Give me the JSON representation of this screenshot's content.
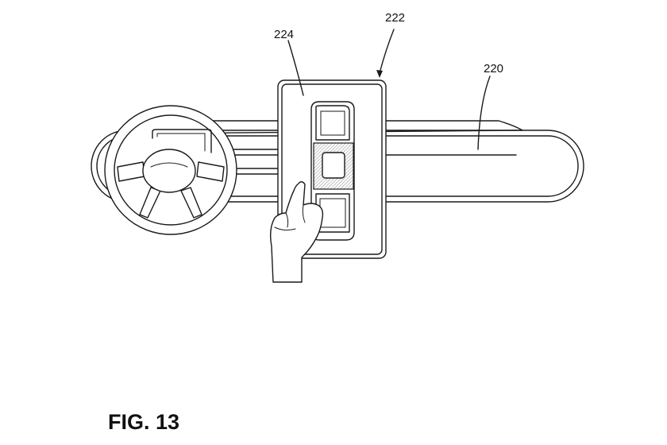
{
  "figure": {
    "caption": "FIG. 13",
    "reference_labels": {
      "dashboard": "220",
      "display_unit": "222",
      "screen": "224"
    }
  },
  "colors": {
    "line": "#1a1a1a",
    "background": "#ffffff",
    "highlight_hatch": "#bfbfbf"
  }
}
